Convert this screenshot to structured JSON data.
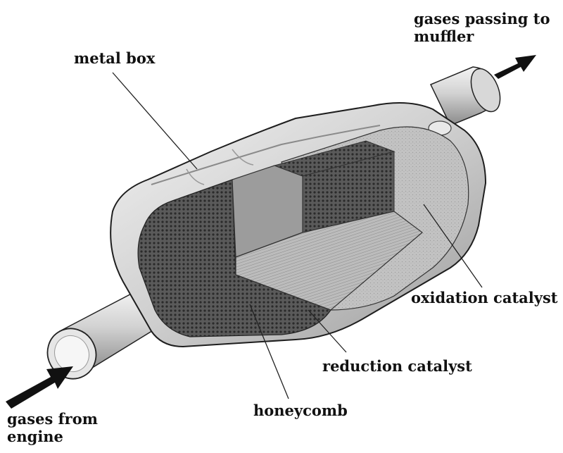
{
  "labels": {
    "metal_box": "metal box",
    "gases_out": {
      "line1": "gases passing to",
      "line2": "muffler"
    },
    "oxidation": "oxidation catalyst",
    "reduction": "reduction catalyst",
    "honeycomb": "honeycomb",
    "gases_in": {
      "line1": "gases from",
      "line2": "engine"
    }
  },
  "colors": {
    "ink": "#111111",
    "metal_light": "#ececec",
    "metal_mid": "#c8c8c8",
    "metal_dark": "#8e8e8e",
    "catalyst": "#bdbdbd",
    "honeycomb": "#4a4a4a"
  }
}
